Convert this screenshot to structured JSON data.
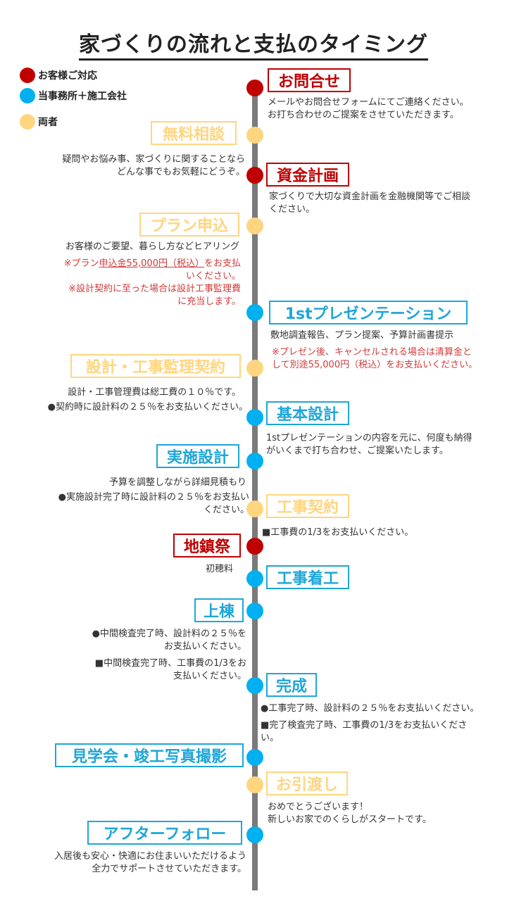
{
  "title": "家づくりの流れと支払のタイミング",
  "colors": {
    "customer": "#c00000",
    "office": "#00b0f0",
    "both": "#ffd580",
    "line": "#7a7a7a"
  },
  "legend": [
    {
      "label": "お客様ご対応",
      "color": "#c00000"
    },
    {
      "label": "当事務所＋施工会社",
      "color": "#00b0f0"
    },
    {
      "label": "両者",
      "color": "#ffd580"
    }
  ],
  "steps": {
    "inquiry": {
      "label": "お問合せ",
      "desc": "メールやお問合せフォームにてご連絡ください。\nお打ち合わせのご提案をさせていただきます。"
    },
    "free_consult": {
      "label": "無料相談",
      "desc": "疑問やお悩み事、家づくりに関することなら\nどんな事でもお気軽にどうぞ。"
    },
    "fund_plan": {
      "label": "資金計画",
      "desc": "家づくりで大切な資金計画を金融機関等でご相談\nください。"
    },
    "plan_apply": {
      "label": "プラン申込",
      "desc": "お客様のご要望、暮らし方などヒアリング",
      "note1_pre": "※プラン",
      "note1_u": "申込金55,000円（税込）",
      "note1_post": "をお支払\nいください。",
      "note2": "※設計契約に至った場合は設計工事監理費\nに充当します。"
    },
    "presentation": {
      "label": "1stプレゼンテーション",
      "desc": "敷地調査報告、プラン提案、予算計画書提示",
      "note": "※プレゼン後、キャンセルされる場合は清算金と\nして別途55,000円（税込）をお支払いください。"
    },
    "design_contract": {
      "label": "設計・工事監理契約",
      "desc1": "設計・工事管理費は総工費の１０％です。",
      "desc2": "●契約時に設計料の２５％をお支払いください。"
    },
    "basic_design": {
      "label": "基本設計",
      "desc": "1stプレゼンテーションの内容を元に、何度も納得\nがいくまで打ち合わせ、ご提案いたします。"
    },
    "detail_design": {
      "label": "実施設計",
      "desc1": "予算を調整しながら詳細見積もり",
      "desc2": "●実施設計完了時に設計料の２５％をお支払い\nください。"
    },
    "construction_contract": {
      "label": "工事契約",
      "desc": "■工事費の1/3をお支払いください。"
    },
    "ground_ceremony": {
      "label": "地鎮祭",
      "desc": "初穂料"
    },
    "construction_start": {
      "label": "工事着工"
    },
    "framework": {
      "label": "上棟",
      "desc1": "●中間検査完了時、設計料の２５％を\nお支払いください。",
      "desc2": "■中間検査完了時、工事費の1/3をお\n支払いください。"
    },
    "completion": {
      "label": "完成",
      "desc1": "●工事完了時、設計料の２５％をお支払いください。",
      "desc2": "■完了検査完了時、工事費の1/3をお支払いくださ\nい。"
    },
    "tour": {
      "label": "見学会・竣工写真撮影"
    },
    "handover": {
      "label": "お引渡し",
      "desc": "おめでとうございます！\n新しいお家でのくらしがスタートです。"
    },
    "after": {
      "label": "アフターフォロー",
      "desc": "入居後も安心・快適にお住まいいただけるよう\n全力でサポートさせていただきます。"
    }
  }
}
